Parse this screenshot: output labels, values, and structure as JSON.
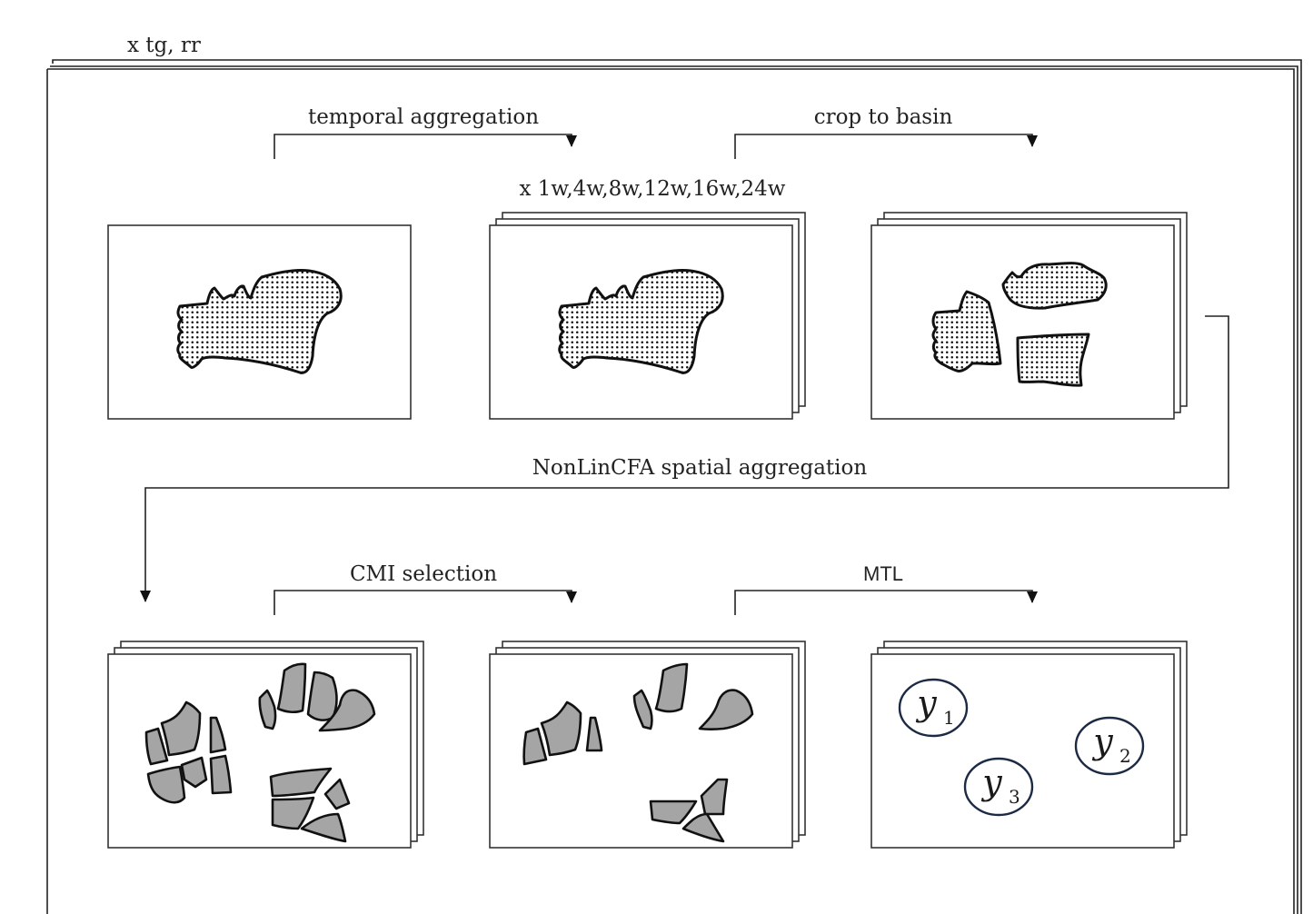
{
  "outer_label": "x tg, rr",
  "top_row": {
    "step1_label": "temporal aggregation",
    "step2_label": "crop to basin",
    "stack_label": "x 1w,4w,8w,12w,16w,24w"
  },
  "middle": {
    "step_label": "NonLinCFA spatial aggregation"
  },
  "bottom_row": {
    "step1_label": "CMI selection",
    "step2_label": "MTL"
  },
  "targets": [
    {
      "symbol": "y",
      "sub": "1"
    },
    {
      "symbol": "y",
      "sub": "2"
    },
    {
      "symbol": "y",
      "sub": "3"
    }
  ],
  "colors": {
    "region_fill": "#a5a5a5",
    "target_circle": "#1c2a44",
    "line": "#222222"
  }
}
